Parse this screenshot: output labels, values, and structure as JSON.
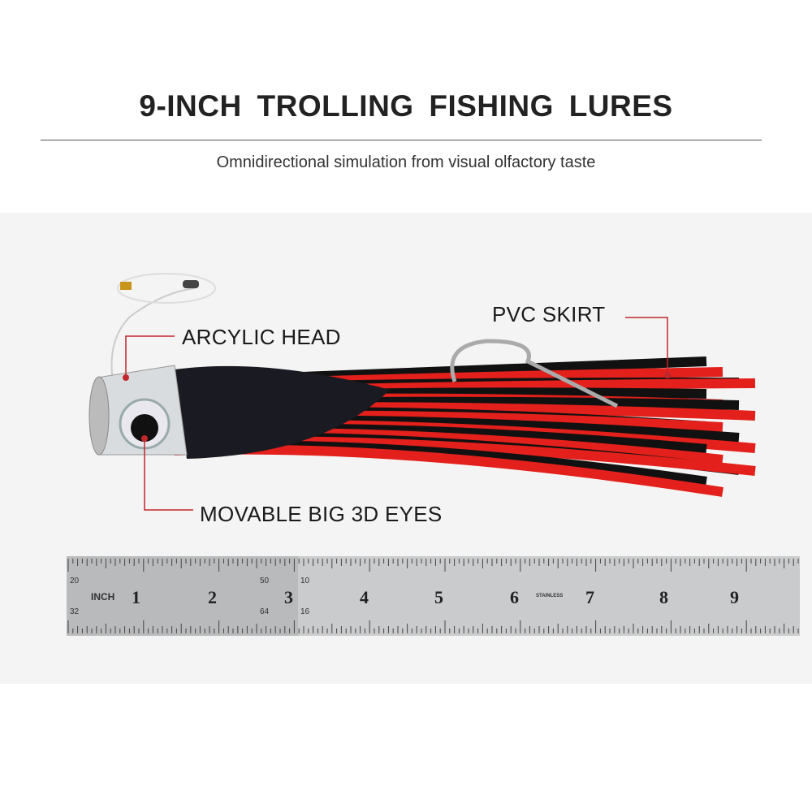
{
  "header": {
    "title": "9-INCH  TROLLING  FISHING LURES",
    "subtitle": "Omnidirectional simulation from visual olfactory taste"
  },
  "callouts": {
    "head": "ARCYLIC HEAD",
    "skirt": "PVC SKIRT",
    "eyes": "MOVABLE BIG 3D EYES"
  },
  "ruler": {
    "unit": "INCH",
    "numbers": [
      "1",
      "2",
      "3",
      "4",
      "5",
      "6",
      "7",
      "8",
      "9"
    ],
    "small_top": [
      "20",
      "50",
      "10"
    ],
    "small_bottom": [
      "32",
      "64",
      "16"
    ],
    "brand": "STAINLESS"
  },
  "colors": {
    "callout_line": "#c0272d",
    "skirt_red": "#e3201b",
    "skirt_black": "#111111"
  }
}
